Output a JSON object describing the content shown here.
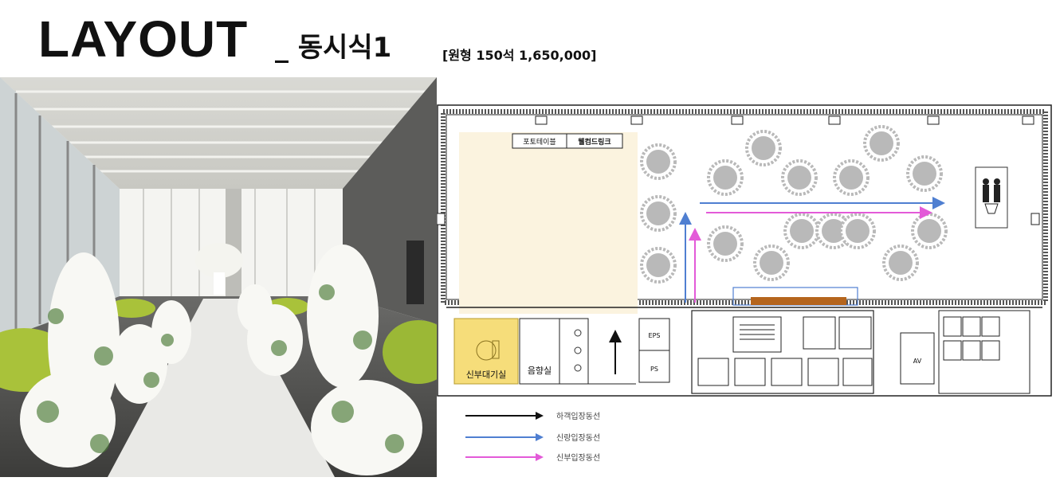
{
  "header": {
    "title": "LAYOUT",
    "subtitle": "_ 동시식1",
    "price": "[원형 150석 1,650,000]"
  },
  "floorplan": {
    "photo_table_label": "포토테이블",
    "welcome_drink_label": "웰컴드링크",
    "bride_room_label": "신부대기실",
    "sound_room_label": "음향실",
    "eps_label": "EPS",
    "ps_label": "PS",
    "av_label": "AV",
    "colors": {
      "guest": "#111111",
      "groom": "#4f7fd1",
      "bride": "#e35ad8",
      "table": "#b9b9b9",
      "stage": "#b5651d",
      "staging_area": "#fbf3df",
      "bride_room": "#f6dd7a"
    }
  },
  "legend": [
    {
      "label": "하객입장동선",
      "color": "#111111"
    },
    {
      "label": "신랑입장동선",
      "color": "#4f7fd1"
    },
    {
      "label": "신부입장동선",
      "color": "#e35ad8"
    }
  ]
}
